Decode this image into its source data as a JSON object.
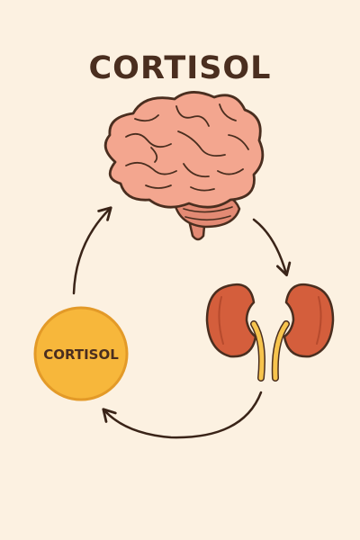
{
  "title": "CORTISOL",
  "nodes": {
    "brain": {
      "icon": "brain-icon"
    },
    "kidneys": {
      "icon": "kidneys-adrenal-icon"
    },
    "cortisol": {
      "label": "CORTISOL",
      "icon": "hormone-circle"
    }
  },
  "flow": [
    {
      "from": "brain",
      "to": "kidneys"
    },
    {
      "from": "kidneys",
      "to": "cortisol"
    },
    {
      "from": "cortisol",
      "to": "brain"
    }
  ],
  "colors": {
    "background": "#fcf1e1",
    "title": "#4a2e1f",
    "outline": "#4a2e1f",
    "brain": "#f3a68f",
    "brainDark": "#e38a74",
    "kidney": "#d45e3c",
    "ureter": "#f7c44d",
    "cortisolFill": "#f7b73b",
    "arrow": "#3a2418"
  }
}
